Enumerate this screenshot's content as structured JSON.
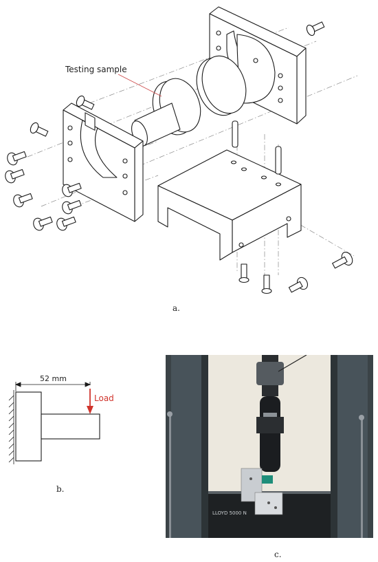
{
  "panel_a": {
    "callout": "Testing sample",
    "caption": "a."
  },
  "panel_b": {
    "dimension": "52 mm",
    "load_label": "Load",
    "caption": "b."
  },
  "panel_c": {
    "machine_label": "LLOYD 5000 N",
    "caption": "c."
  },
  "colors": {
    "line": "#1a1a1a",
    "load_arrow": "#d0342c",
    "frame_dark": "#3b4347",
    "wall": "#ece8de"
  }
}
